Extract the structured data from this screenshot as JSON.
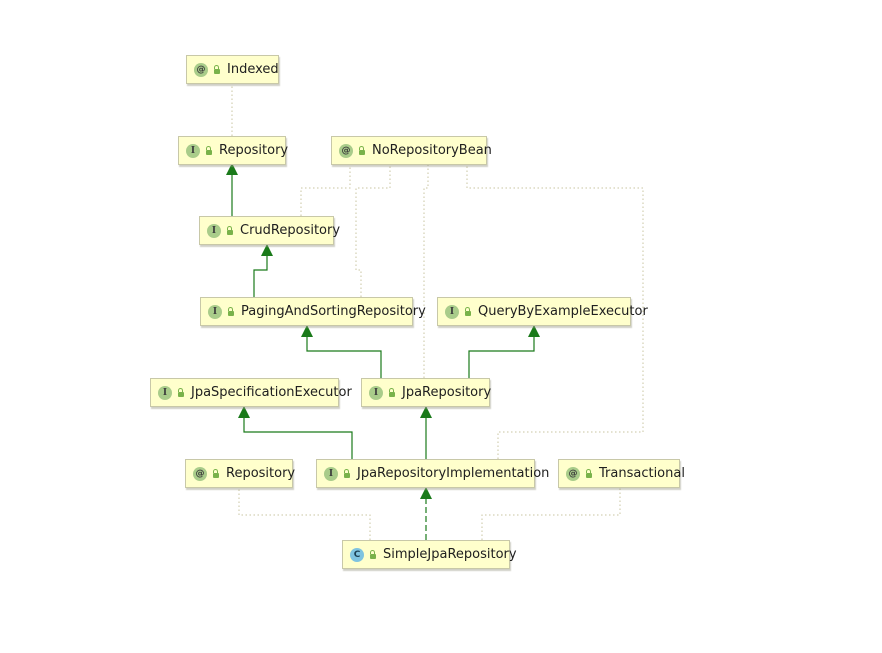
{
  "diagram": {
    "nodes": [
      {
        "id": "indexed",
        "kind": "annotation",
        "icon": "@",
        "name": "Indexed"
      },
      {
        "id": "repository",
        "kind": "interface",
        "icon": "I",
        "name": "Repository"
      },
      {
        "id": "no-repository-bean",
        "kind": "annotation",
        "icon": "@",
        "name": "NoRepositoryBean"
      },
      {
        "id": "crud-repository",
        "kind": "interface",
        "icon": "I",
        "name": "CrudRepository"
      },
      {
        "id": "paging-and-sorting-repository",
        "kind": "interface",
        "icon": "I",
        "name": "PagingAndSortingRepository"
      },
      {
        "id": "query-by-example-executor",
        "kind": "interface",
        "icon": "I",
        "name": "QueryByExampleExecutor"
      },
      {
        "id": "jpa-specification-executor",
        "kind": "interface",
        "icon": "I",
        "name": "JpaSpecificationExecutor"
      },
      {
        "id": "jpa-repository",
        "kind": "interface",
        "icon": "I",
        "name": "JpaRepository"
      },
      {
        "id": "repository-annotation",
        "kind": "annotation",
        "icon": "@",
        "name": "Repository"
      },
      {
        "id": "jpa-repository-implementation",
        "kind": "interface",
        "icon": "I",
        "name": "JpaRepositoryImplementation"
      },
      {
        "id": "transactional",
        "kind": "annotation",
        "icon": "@",
        "name": "Transactional"
      },
      {
        "id": "simple-jpa-repository",
        "kind": "class",
        "icon": "C",
        "name": "SimpleJpaRepository"
      }
    ],
    "edges": [
      {
        "from": "crud-repository",
        "to": "repository",
        "type": "extends"
      },
      {
        "from": "paging-and-sorting-repository",
        "to": "crud-repository",
        "type": "extends"
      },
      {
        "from": "jpa-repository",
        "to": "paging-and-sorting-repository",
        "type": "extends"
      },
      {
        "from": "jpa-repository",
        "to": "query-by-example-executor",
        "type": "extends"
      },
      {
        "from": "jpa-repository-implementation",
        "to": "jpa-specification-executor",
        "type": "extends"
      },
      {
        "from": "jpa-repository-implementation",
        "to": "jpa-repository",
        "type": "extends"
      },
      {
        "from": "simple-jpa-repository",
        "to": "jpa-repository-implementation",
        "type": "implements"
      },
      {
        "from": "repository",
        "to": "indexed",
        "type": "annotated-by"
      },
      {
        "from": "crud-repository",
        "to": "no-repository-bean",
        "type": "annotated-by"
      },
      {
        "from": "paging-and-sorting-repository",
        "to": "no-repository-bean",
        "type": "annotated-by"
      },
      {
        "from": "jpa-repository",
        "to": "no-repository-bean",
        "type": "annotated-by"
      },
      {
        "from": "jpa-repository-implementation",
        "to": "no-repository-bean",
        "type": "annotated-by"
      },
      {
        "from": "simple-jpa-repository",
        "to": "repository-annotation",
        "type": "annotated-by"
      },
      {
        "from": "simple-jpa-repository",
        "to": "transactional",
        "type": "annotated-by"
      }
    ],
    "colors": {
      "node_fill": "#ffffcc",
      "node_border": "#c8c8a8",
      "extends_edge": "#1a7a1a",
      "annotation_edge": "#c8c4a0"
    }
  }
}
